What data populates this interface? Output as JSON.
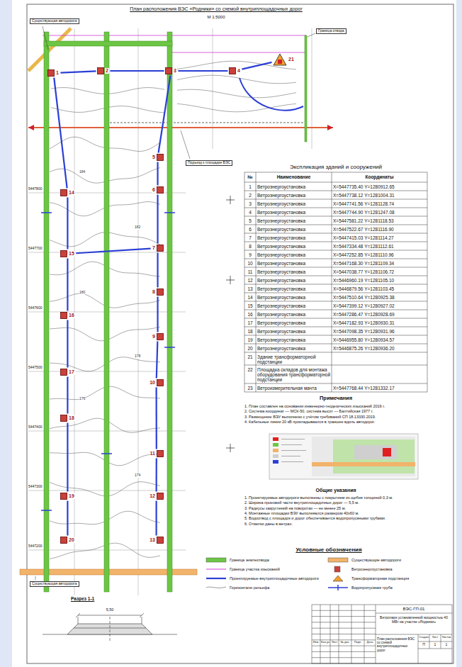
{
  "diagram": {
    "title": "План расположения ВЭС «Родники» со схемой внутриплощадочных дорог",
    "nodes": [
      {
        "text": [
          "1"
        ]
      },
      {
        "text": [
          "2"
        ]
      },
      {
        "text": [
          "3"
        ]
      },
      {
        "text": [
          "4"
        ]
      },
      {
        "text": [
          "5"
        ]
      },
      {
        "text": [
          "6"
        ]
      },
      {
        "text": [
          "7"
        ]
      },
      {
        "text": [
          "8"
        ]
      },
      {
        "text": [
          "9"
        ]
      },
      {
        "text": [
          "10"
        ]
      },
      {
        "text": [
          "11"
        ]
      },
      {
        "text": [
          "12"
        ]
      },
      {
        "text": [
          "13"
        ]
      },
      {
        "text": [
          "14"
        ]
      },
      {
        "text": [
          "15"
        ]
      },
      {
        "text": [
          "16"
        ]
      },
      {
        "text": [
          "17"
        ]
      },
      {
        "text": [
          "18"
        ]
      },
      {
        "text": [
          "19"
        ]
      },
      {
        "text": [
          "20"
        ]
      },
      {
        "text": [
          "21"
        ]
      }
    ],
    "edges": [
      {
        "from": 20,
        "to": 3,
        "arrow": "none"
      },
      {
        "from": 3,
        "to": 2,
        "arrow": "none"
      },
      {
        "from": 2,
        "to": 1,
        "arrow": "none"
      },
      {
        "from": 1,
        "to": 0,
        "arrow": "none"
      },
      {
        "from": 0,
        "to": 13,
        "arrow": "none"
      },
      {
        "from": 13,
        "to": 14,
        "arrow": "none"
      },
      {
        "from": 14,
        "to": 15,
        "arrow": "none"
      },
      {
        "from": 15,
        "to": 16,
        "arrow": "none"
      },
      {
        "from": 16,
        "to": 17,
        "arrow": "none"
      },
      {
        "from": 17,
        "to": 18,
        "arrow": "none"
      },
      {
        "from": 18,
        "to": 19,
        "arrow": "none"
      },
      {
        "from": 2,
        "to": 4,
        "arrow": "none"
      },
      {
        "from": 4,
        "to": 5,
        "arrow": "none"
      },
      {
        "from": 5,
        "to": 6,
        "arrow": "none"
      },
      {
        "from": 6,
        "to": 7,
        "arrow": "none"
      },
      {
        "from": 7,
        "to": 8,
        "arrow": "none"
      },
      {
        "from": 8,
        "to": 9,
        "arrow": "none"
      },
      {
        "from": 9,
        "to": 10,
        "arrow": "none"
      },
      {
        "from": 10,
        "to": 11,
        "arrow": "none"
      },
      {
        "from": 11,
        "to": 12,
        "arrow": "none"
      },
      {
        "from": 14,
        "to": 6,
        "arrow": "none"
      }
    ],
    "labels": [
      "М 1:5000",
      "5447800",
      "5447700",
      "5447600",
      "5447500",
      "5447400",
      "5447300",
      "5447200",
      "184",
      "182",
      "180",
      "178",
      "176",
      "174",
      "Существующая автодорога",
      "Граница отвода",
      "Подъезд к площадке ВЭС",
      "Существующая автодорога",
      "Экспликация зданий и сооружений",
      "№",
      "Наименование",
      "Координаты",
      "1",
      "Ветроэнергоустановка",
      "X=5447735.40 Y=1280912.65",
      "2",
      "Ветроэнергоустановка",
      "X=5447738.12 Y=1281004.31",
      "3",
      "Ветроэнергоустановка",
      "X=5447741.56 Y=1281128.74",
      "4",
      "Ветроэнергоустановка",
      "X=5447744.90 Y=1281247.08",
      "5",
      "Ветроэнергоустановка",
      "X=5447581.22 Y=1281118.53",
      "6",
      "Ветроэнергоустановка",
      "X=5447522.67 Y=1281116.90",
      "7",
      "Ветроэнергоустановка",
      "X=5447415.03 Y=1281114.27",
      "8",
      "Ветроэнергоустановка",
      "X=5447334.48 Y=1281112.61",
      "9",
      "Ветроэнергоустановка",
      "X=5447252.85 Y=1281110.96",
      "10",
      "Ветроэнергоустановка",
      "X=5447168.30 Y=1281109.34",
      "11",
      "Ветроэнергоустановка",
      "X=5447038.77 Y=1281106.72",
      "12",
      "Ветроэнергоустановка",
      "X=5446960.19 Y=1281105.10",
      "13",
      "Ветроэнергоустановка",
      "X=5446879.56 Y=1281103.45",
      "14",
      "Ветроэнергоустановка",
      "X=5447510.64 Y=1280925.38",
      "15",
      "Ветроэнергоустановка",
      "X=5447399.12 Y=1280927.02",
      "16",
      "Ветроэнергоустановка",
      "X=5447286.47 Y=1280928.69",
      "17",
      "Ветроэнергоустановка",
      "X=5447182.93 Y=1280930.31",
      "18",
      "Ветроэнергоустановка",
      "X=5447098.35 Y=1280931.96",
      "19",
      "Ветроэнергоустановка",
      "X=5446955.80 Y=1280934.57",
      "20",
      "Ветроэнергоустановка",
      "X=5446875.26 Y=1280936.20",
      "21",
      "Здание трансформаторной подстанции",
      "22",
      "Площадка складов для монтажа оборудования трансформаторной подстанции",
      "23",
      "Ветроизмерительная мачта",
      "X=5447768.44 Y=1281332.17",
      "Примечания",
      "1. План составлен на основании инженерно-геодезических изысканий 2019 г.",
      "2. Система координат — МСК-50, система высот — Балтийская 1977 г.",
      "3. Размещение ВЭУ выполнено с учётом требований СП 18.13330.2019.",
      "4. Кабельные линии 20 кВ прокладываются в траншее вдоль автодорог.",
      "Общие указания",
      "1. Проектируемые автодороги выполнены с покрытием из щебня толщиной 0,3 м.",
      "2. Ширина проезжей части внутриплощадочных дорог — 5,5 м.",
      "3. Радиусы закруглений на поворотах — не менее 25 м.",
      "4. Монтажные площадки ВЭУ выполняются размером 40х60 м.",
      "5. Водоотвод с площадок и дорог обеспечивается водопропускными трубами.",
      "6. Отметки даны в метрах.",
      "Условные обозначения",
      "Разрез 1-1",
      "5,50",
      "ВЭС-ГП-01",
      "Ветропарк установленной мощностью 40 МВт на участке «Родники»",
      "План расположения ВЭС со схемой внутриплощадочных дорог",
      "Стадия",
      "Лист",
      "Листов",
      "П",
      "1",
      "1",
      "Изм.",
      "Кол.уч",
      "Лист",
      "№ док.",
      "Подп.",
      "Дата"
    ],
    "legend": [
      {
        "text": "Граница землеотвода",
        "color": "#6cc644"
      },
      {
        "text": "Граница участка изысканий"
      },
      {
        "text": "Проектируемые внутриплощадочные автодороги"
      },
      {
        "text": "Горизонтали рельефа"
      },
      {
        "text": "Существующие автодороги",
        "color": "#f2b36a"
      },
      {
        "text": "Ветроэнергоустановка",
        "color": "#c8413a"
      },
      {
        "text": "Трансформаторная подстанция"
      },
      {
        "text": "Водопропускная труба"
      }
    ]
  }
}
